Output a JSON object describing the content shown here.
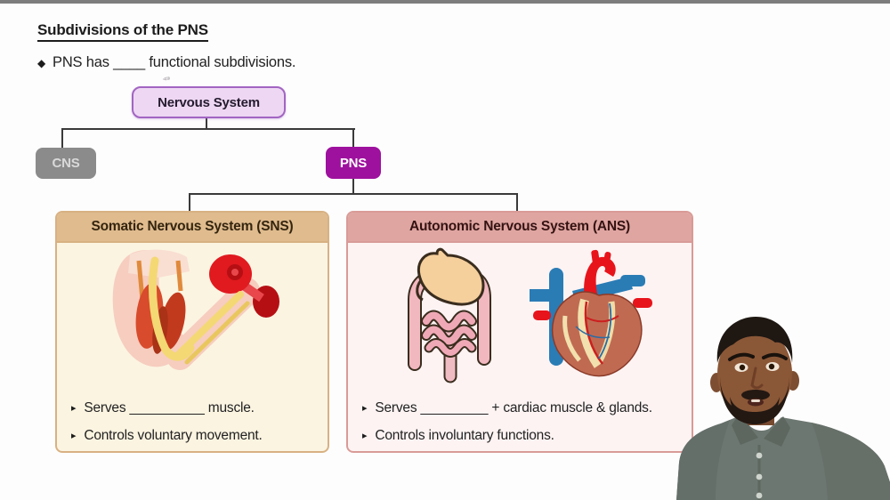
{
  "header": {
    "title": "Subdivisions of the PNS"
  },
  "intro": {
    "marker": "◆",
    "text": "PNS has ____ functional subdivisions."
  },
  "flowchart": {
    "root_label": "Nervous System",
    "cns_label": "CNS",
    "pns_label": "PNS"
  },
  "sns_panel": {
    "header": "Somatic Nervous System (SNS)",
    "bullet_marker": "▸",
    "bullets": [
      "Serves __________ muscle.",
      "Controls voluntary movement."
    ]
  },
  "ans_panel": {
    "header": "Autonomic Nervous System (ANS)",
    "bullet_marker": "▸",
    "bullets": [
      "Serves _________ + cardiac muscle & glands.",
      "Controls involuntary functions."
    ]
  },
  "colors": {
    "root_fill": "#eed7f3",
    "root_border": "#a265c2",
    "cns_fill": "#8b8b8b",
    "pns_fill": "#9e119e",
    "sns_header_fill": "#dfbb8e",
    "sns_body_fill": "#fbf4e1",
    "sns_border": "#d8b183",
    "ans_header_fill": "#dfa5a1",
    "ans_body_fill": "#fdf3f3",
    "ans_border": "#d99b97",
    "connector": "#3a3a3a"
  }
}
